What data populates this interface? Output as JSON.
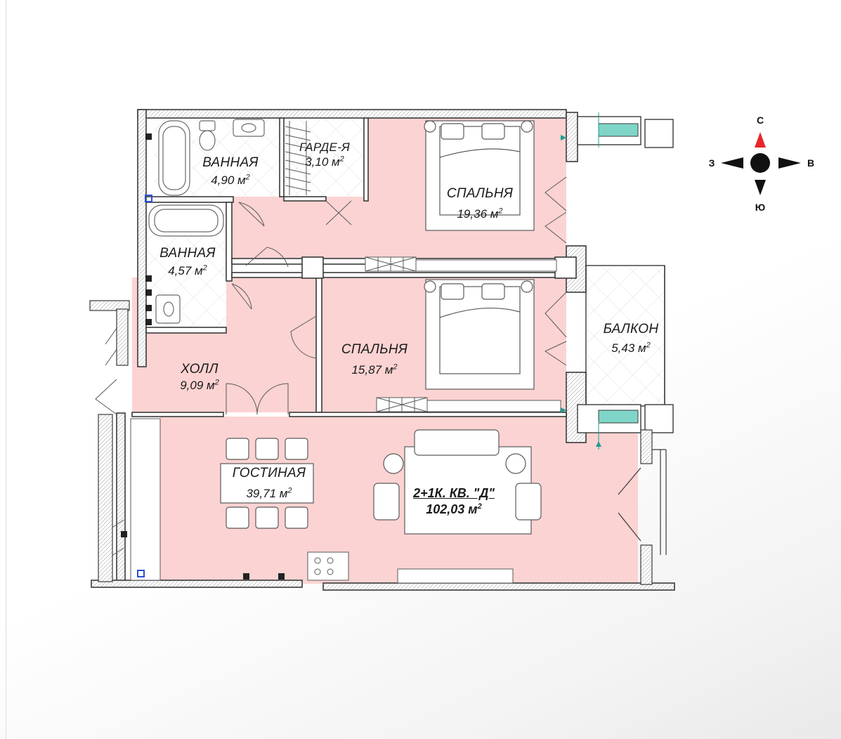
{
  "rooms": {
    "bath1": {
      "name": "ВАННАЯ",
      "area": "4,90 м",
      "sup": "2"
    },
    "wardrobe": {
      "name": "ГАРДЕ-Я",
      "area": "3,10 м",
      "sup": "2"
    },
    "bedroom1": {
      "name": "СПАЛЬНЯ",
      "area": "19,36 м",
      "sup": "2"
    },
    "bath2": {
      "name": "ВАННАЯ",
      "area": "4,57 м",
      "sup": "2"
    },
    "hall": {
      "name": "ХОЛЛ",
      "area": "9,09 м",
      "sup": "2"
    },
    "bedroom2": {
      "name": "СПАЛЬНЯ",
      "area": "15,87 м",
      "sup": "2"
    },
    "balcony": {
      "name": "БАЛКОН",
      "area": "5,43 м",
      "sup": "2"
    },
    "living": {
      "name": "ГОСТИНАЯ",
      "area": "39,71 м",
      "sup": "2"
    }
  },
  "apartment": {
    "title": "2+1К. КВ. \"Д\"",
    "area": "102,03 м",
    "sup": "2"
  },
  "compass": {
    "north": "С",
    "south": "Ю",
    "west": "З",
    "east": "В"
  },
  "colors": {
    "room_fill": "#fbd3d2",
    "wall": "#3a3a3a",
    "accent_teal": "#7fd6c8",
    "north_arrow": "#e8262b",
    "marker_blue": "#2a4fd8"
  }
}
